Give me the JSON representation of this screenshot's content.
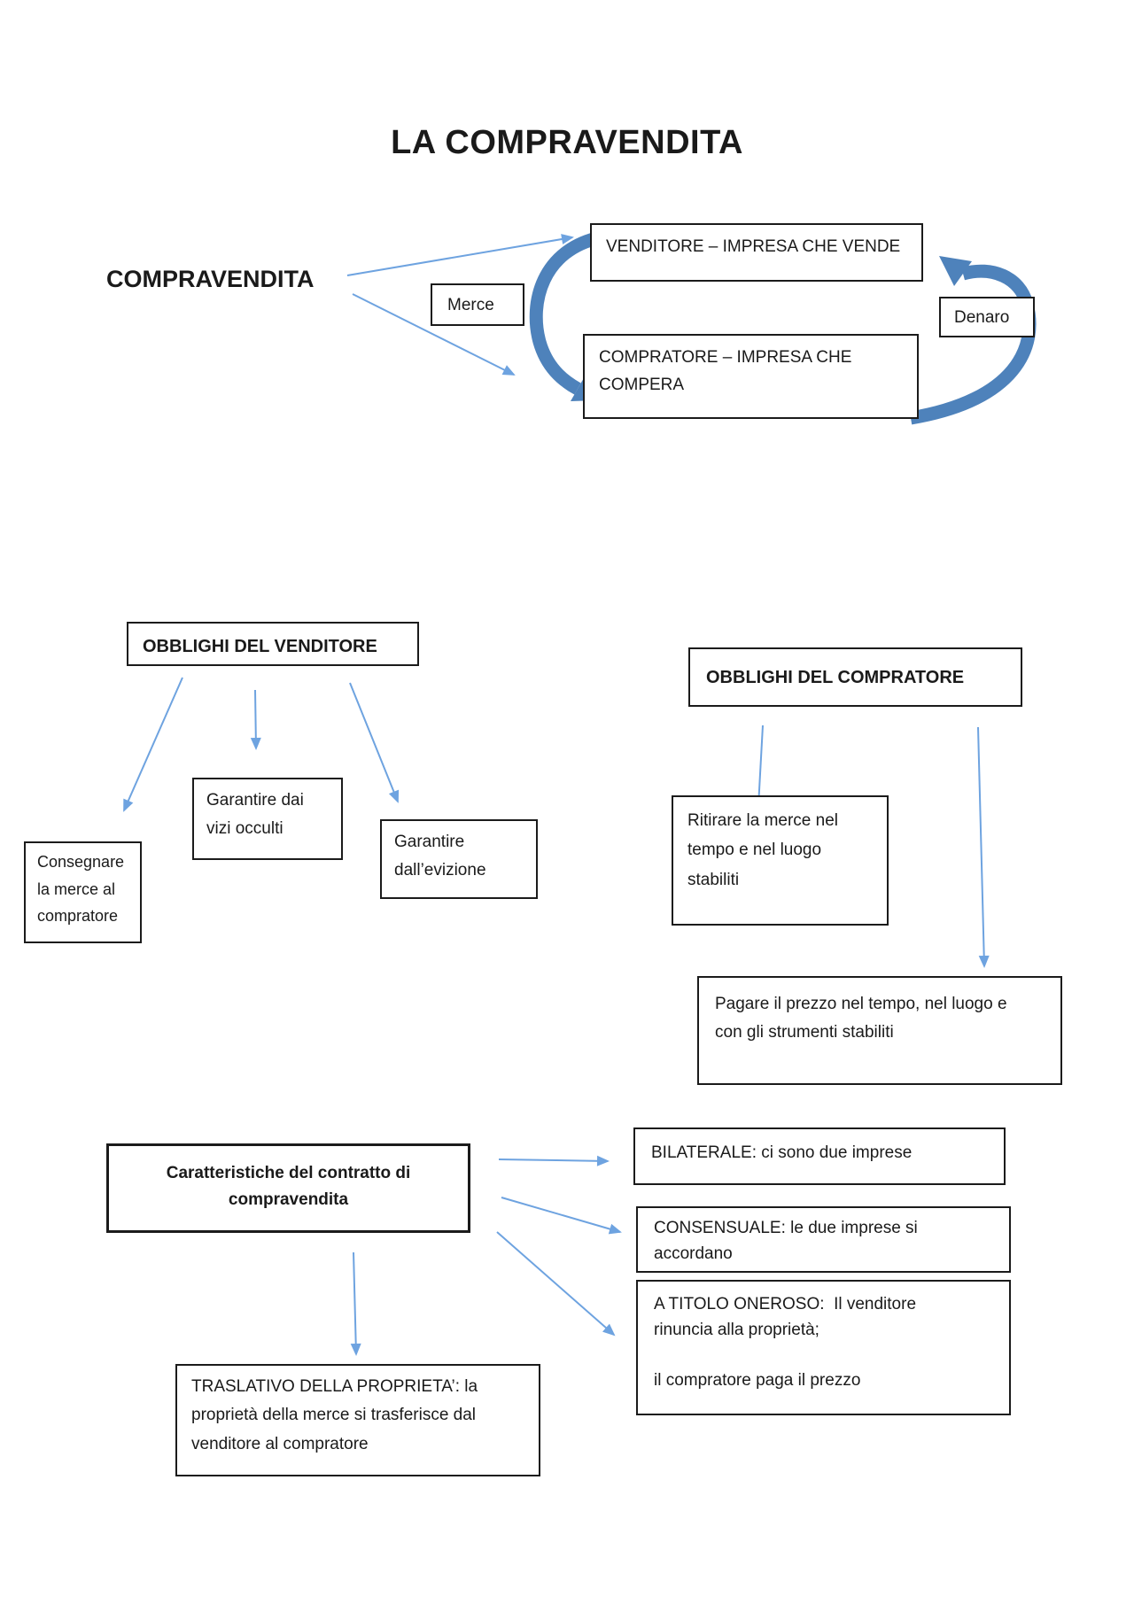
{
  "page_title": "LA COMPRAVENDITA",
  "colors": {
    "thin_arrow": "#6ea3e0",
    "thick_arrow": "#4e82bb",
    "box_border": "#1b1b1b",
    "text": "#1a1a1a"
  },
  "exchange": {
    "root": "COMPRAVENDITA",
    "seller": "VENDITORE – IMPRESA CHE VENDE",
    "buyer": "COMPRATORE – IMPRESA CHE\nCOMPERA",
    "goods": "Merce",
    "money": "Denaro"
  },
  "seller_obligations": {
    "header": "OBBLIGHI DEL VENDITORE",
    "deliver": "Consegnare\nla merce al\ncompratore",
    "hidden_defects": "Garantire dai\nvizi occulti",
    "eviction": "Garantire\ndall’evizione"
  },
  "buyer_obligations": {
    "header": "OBBLIGHI DEL COMPRATORE",
    "collect": "Ritirare la merce nel\ntempo e nel luogo\nstabiliti",
    "pay": "Pagare il prezzo nel tempo, nel luogo e\ncon gli strumenti stabiliti"
  },
  "contract_features": {
    "header": "Caratteristiche del contratto di\ncompravendita",
    "bilateral": "BILATERALE: ci sono due imprese",
    "consensual": "CONSENSUALE: le due imprese si\naccordano",
    "onerous": "A TITOLO ONEROSO:  Il venditore\nrinuncia alla proprietà;\n\nil compratore paga il prezzo",
    "translative": "TRASLATIVO DELLA PROPRIETA’: la\nproprietà della merce si trasferisce dal\nvenditore al compratore"
  }
}
